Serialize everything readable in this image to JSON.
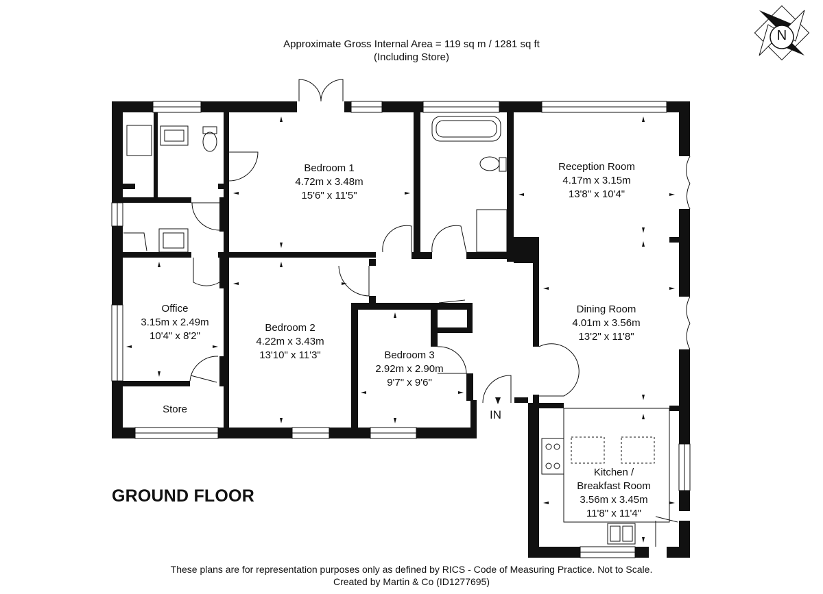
{
  "header": {
    "area_line": "Approximate Gross Internal Area = 119 sq m / 1281 sq ft",
    "note_line": "(Including Store)"
  },
  "compass": {
    "label": "N"
  },
  "floor_title": "GROUND FLOOR",
  "rooms": {
    "bedroom1": {
      "name": "Bedroom 1",
      "metric": "4.72m x 3.48m",
      "imperial": "15'6\" x 11'5\""
    },
    "reception": {
      "name": "Reception Room",
      "metric": "4.17m x 3.15m",
      "imperial": "13'8\" x 10'4\""
    },
    "dining": {
      "name": "Dining Room",
      "metric": "4.01m x 3.56m",
      "imperial": "13'2\" x 11'8\""
    },
    "office": {
      "name": "Office",
      "metric": "3.15m x 2.49m",
      "imperial": "10'4\" x 8'2\""
    },
    "bedroom2": {
      "name": "Bedroom 2",
      "metric": "4.22m x 3.43m",
      "imperial": "13'10\" x 11'3\""
    },
    "bedroom3": {
      "name": "Bedroom 3",
      "metric": "2.92m x 2.90m",
      "imperial": "9'7\" x 9'6\""
    },
    "store": {
      "name": "Store"
    },
    "kitchen": {
      "name_line1": "Kitchen /",
      "name_line2": "Breakfast Room",
      "metric": "3.56m x 3.45m",
      "imperial": "11'8\" x 11'4\""
    }
  },
  "entrance_label": "IN",
  "footer": {
    "line1": "These plans are for representation purposes only as defined by RICS - Code of Measuring Practice. Not to Scale.",
    "line2": "Created by Martin & Co (ID1277695)"
  }
}
